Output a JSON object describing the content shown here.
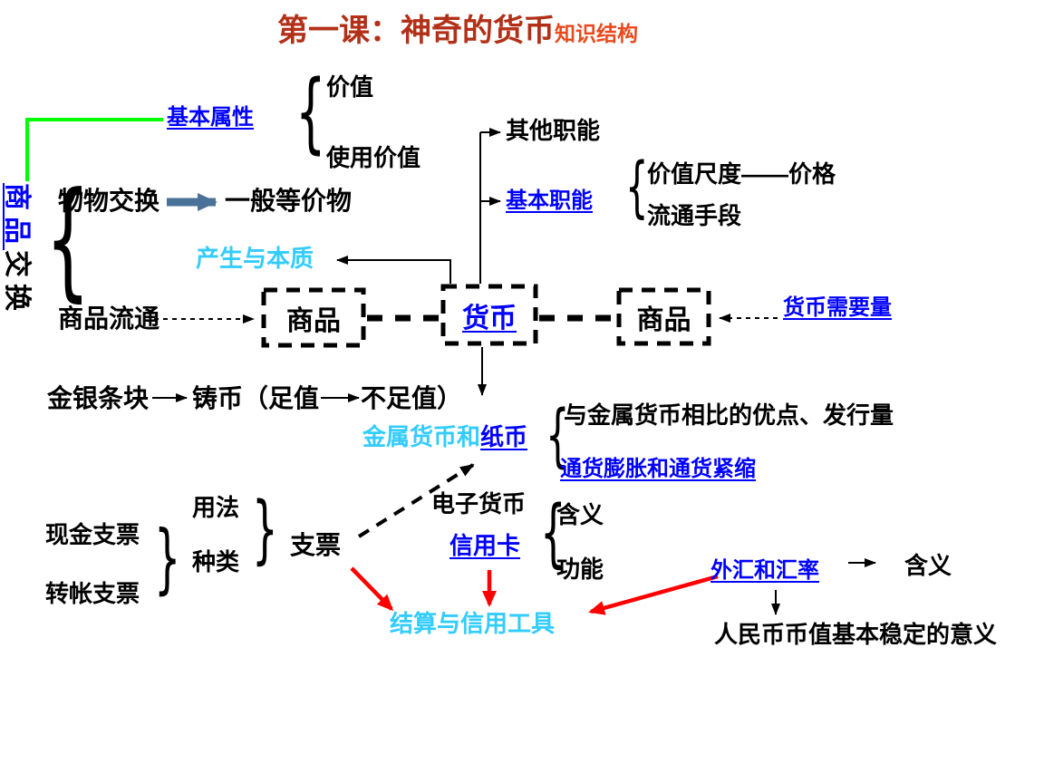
{
  "title": {
    "main": "第一课：神奇的货币",
    "sub": "知识结构"
  },
  "colors": {
    "title_main": "#B33018",
    "title_sub": "#E8491D",
    "link_blue": "#0000FF",
    "cyan_accent": "#33CCFF",
    "green_line": "#00FF00",
    "steel_arrow": "#4A7298",
    "red_arrow": "#FF0000",
    "line_black": "#000000"
  },
  "glyphs": {
    "open_brace": "{",
    "close_brace": "}"
  },
  "nodes": {
    "basic_attributes": "基本属性",
    "value": "价值",
    "use_value": "使用价值",
    "commodity": "商品",
    "exchange": "交换",
    "barter": "物物交换",
    "general_equivalent": "一般等价物",
    "origin_essence": "产生与本质",
    "commodity_circulation": "商品流通",
    "box_left": "商品",
    "box_center": "货币",
    "box_right": "商品",
    "money_demand": "货币需要量",
    "other_functions": "其他职能",
    "basic_functions": "基本职能",
    "value_measure": "价值尺度——价格",
    "means_of_circulation": "流通手段",
    "gold_silver_bars": "金银条块",
    "cast_coin": "铸币（足值",
    "not_full_value": "不足值）",
    "metal_money_and": "金属货币和",
    "paper_money": "纸币",
    "paper_vs_metal": "与金属货币相比的优点、发行量",
    "inflation_deflation": "通货膨胀和通货紧缩",
    "e_money": "电子货币",
    "credit_card": "信用卡",
    "credit_meaning": "含义",
    "credit_function": "功能",
    "cash_cheque": "现金支票",
    "transfer_cheque": "转帐支票",
    "usage": "用法",
    "types": "种类",
    "cheque": "支票",
    "settlement_credit_tools": "结算与信用工具",
    "forex_exchange_rate": "外汇和汇率",
    "forex_meaning": "含义",
    "rmb_stability": "人民币币值基本稳定的意义"
  }
}
